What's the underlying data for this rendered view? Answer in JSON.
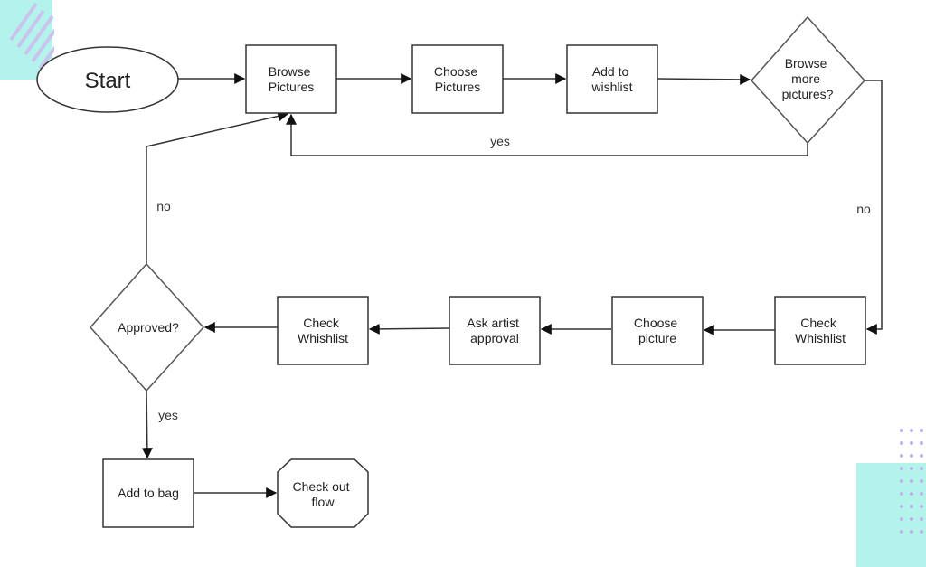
{
  "colors": {
    "accent_teal": "#b3f3ec",
    "stripe_lavender": "#c9c3ee",
    "dot_lavender": "#b8b0e6",
    "stroke": "#333333"
  },
  "nodes": {
    "start": "Start",
    "browse_pictures": [
      "Browse",
      "Pictures"
    ],
    "choose_pictures": [
      "Choose",
      "Pictures"
    ],
    "add_to_wishlist": [
      "Add to",
      "wishlist"
    ],
    "browse_more": [
      "Browse",
      "more",
      "pictures?"
    ],
    "check_whishlist_right": [
      "Check",
      "Whishlist"
    ],
    "choose_picture": [
      "Choose",
      "picture"
    ],
    "ask_artist_approval": [
      "Ask artist",
      "approval"
    ],
    "check_whishlist_left": [
      "Check",
      "Whishlist"
    ],
    "approved": "Approved?",
    "add_to_bag": "Add to bag",
    "check_out_flow": [
      "Check out",
      "flow"
    ]
  },
  "edge_labels": {
    "browse_more_yes": "yes",
    "browse_more_no": "no",
    "approved_no": "no",
    "approved_yes": "yes"
  }
}
